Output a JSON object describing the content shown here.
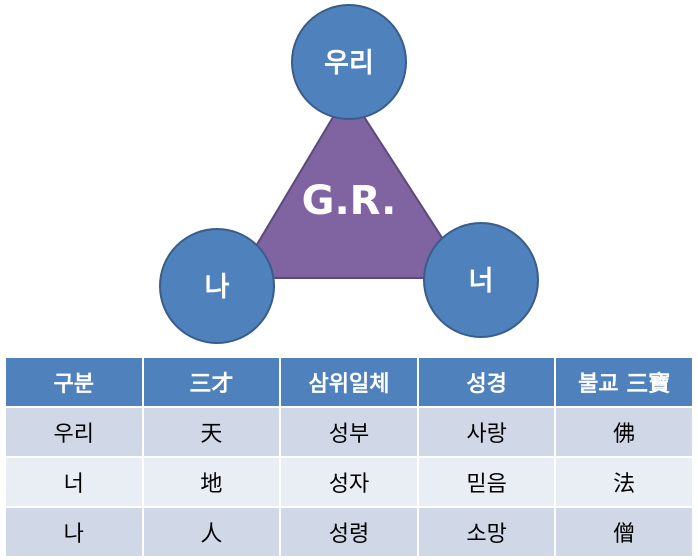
{
  "diagram": {
    "center": "G.R.",
    "nodes": {
      "top": "우리",
      "left": "나",
      "right": "너"
    },
    "colors": {
      "triangle": "#8064a2",
      "node": "#4f81bd",
      "node_border": "#385d8a"
    }
  },
  "table": {
    "headers": [
      "구분",
      "三才",
      "삼위일체",
      "성경",
      "불교 三寶"
    ],
    "rows": [
      [
        "우리",
        "天",
        "성부",
        "사랑",
        "佛"
      ],
      [
        "너",
        "地",
        "성자",
        "믿음",
        "法"
      ],
      [
        "나",
        "人",
        "성령",
        "소망",
        "僧"
      ]
    ]
  }
}
